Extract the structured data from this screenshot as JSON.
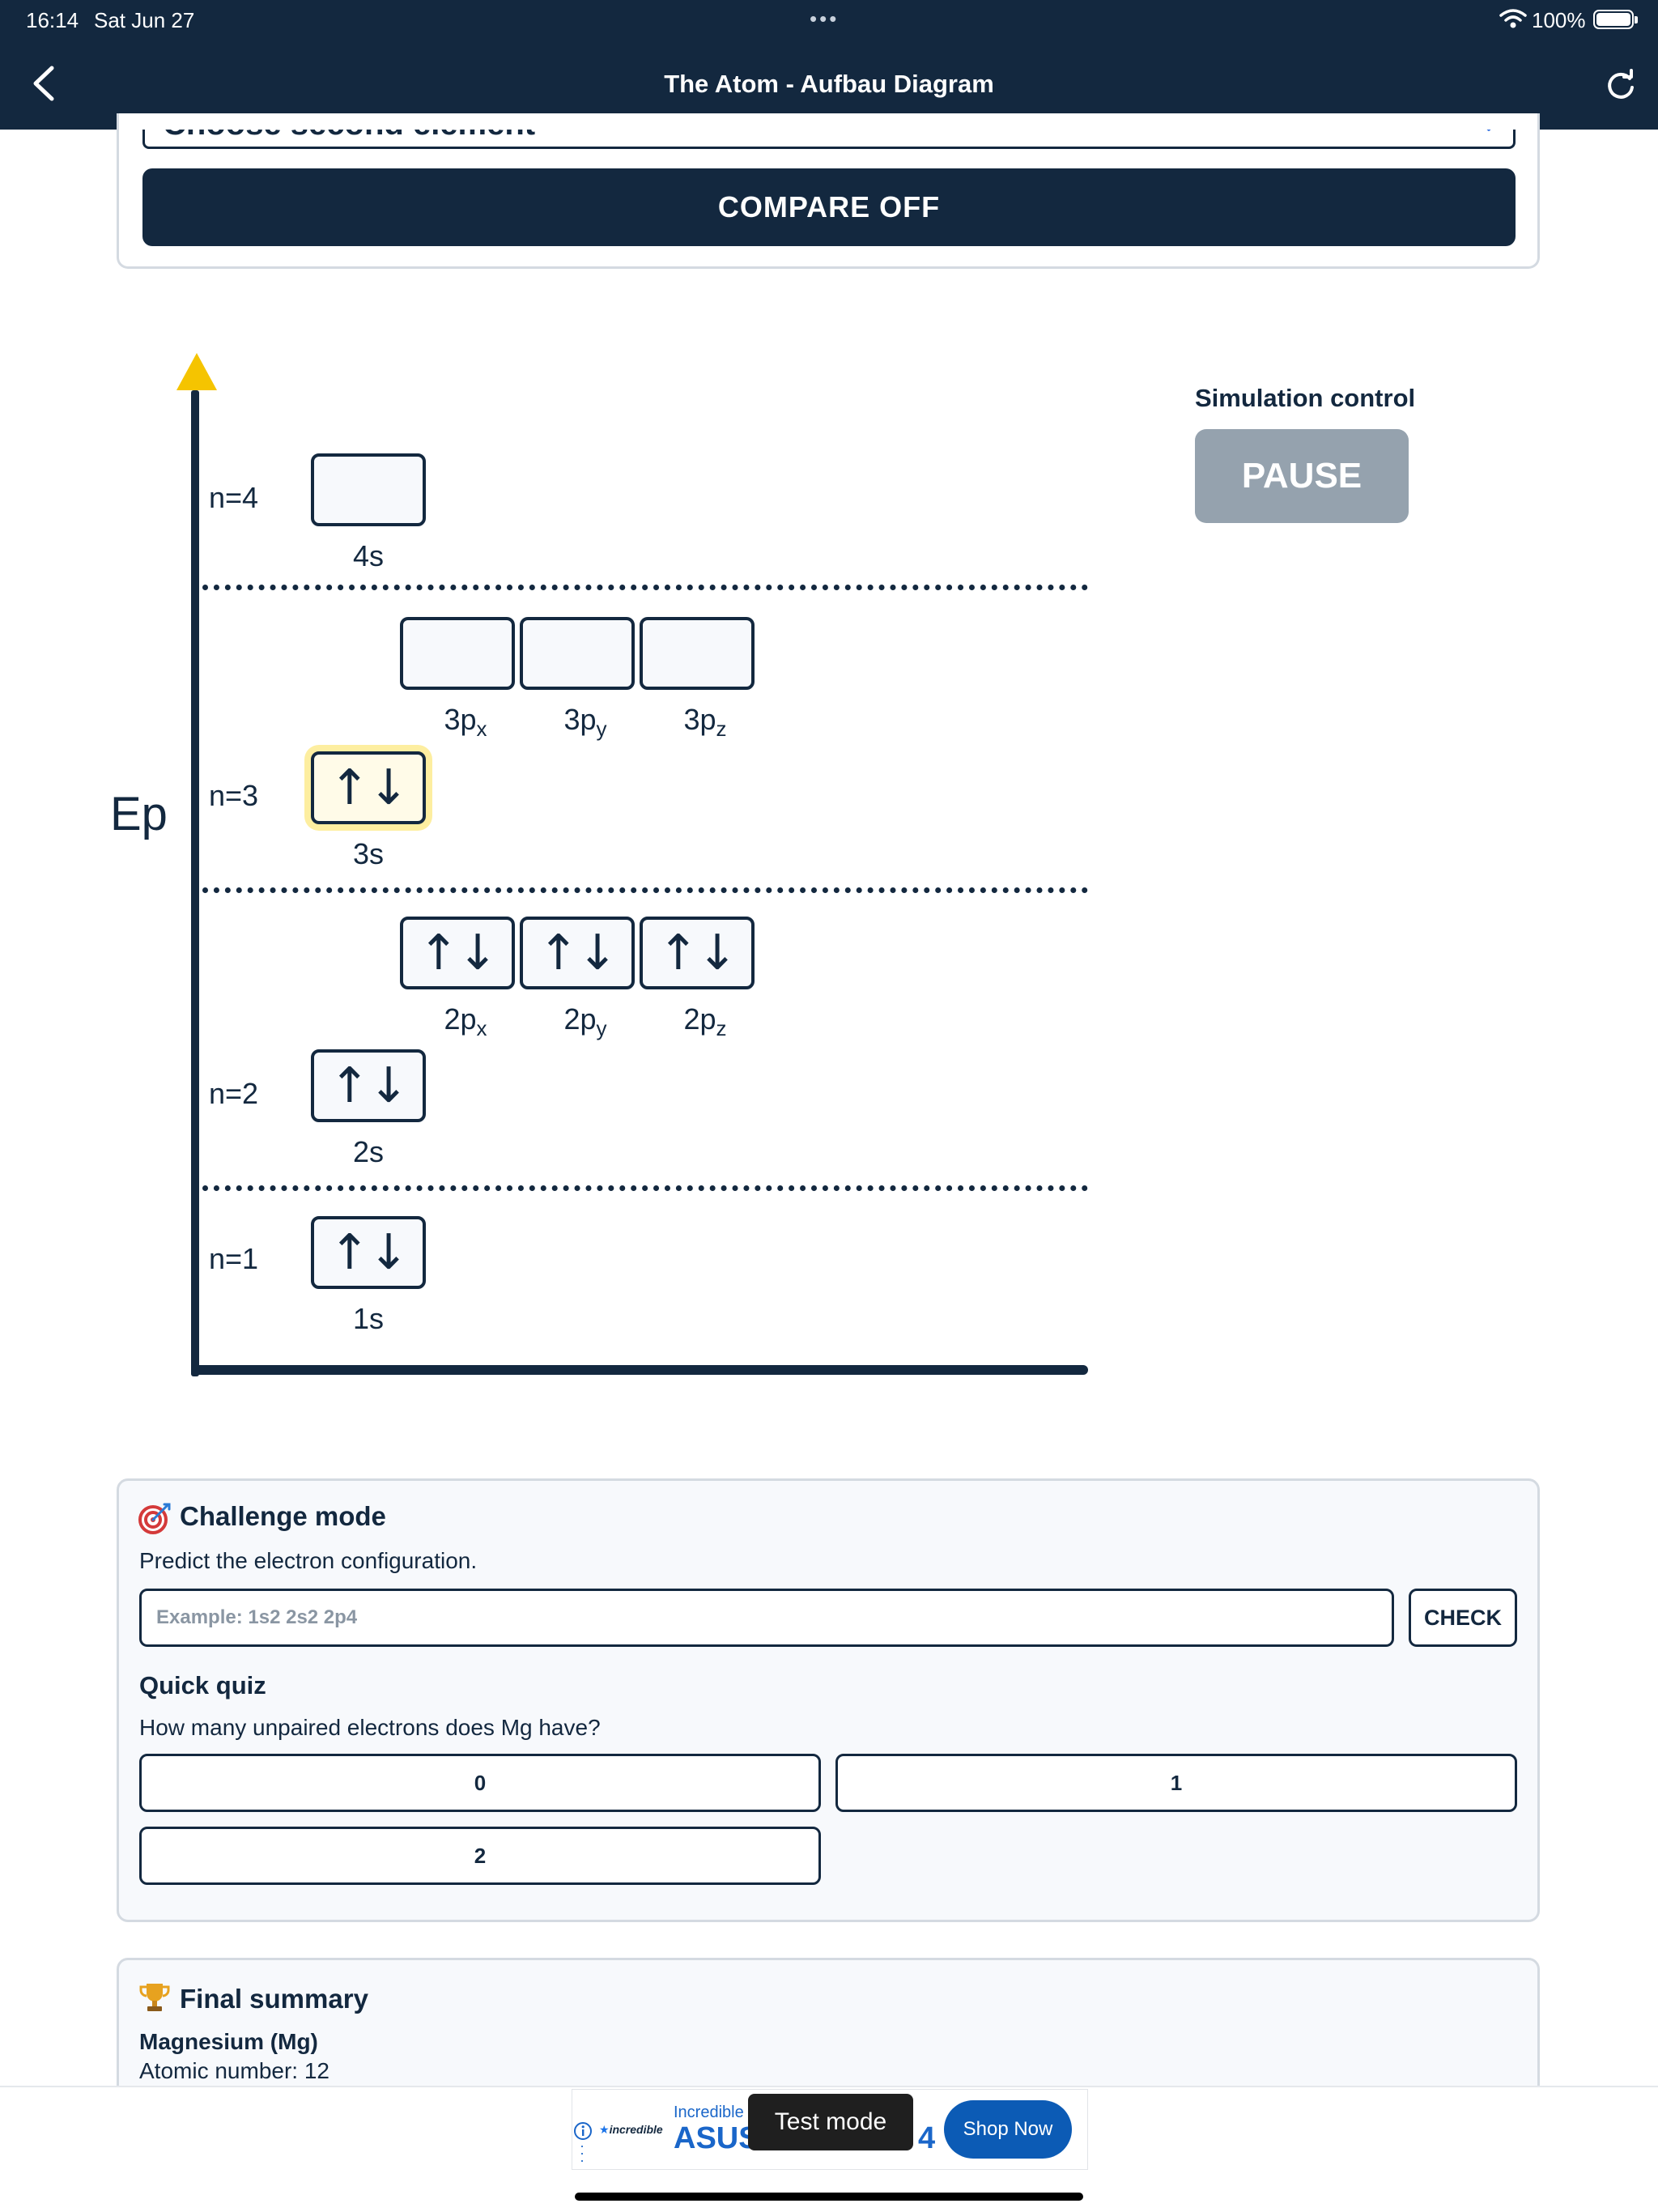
{
  "status_bar": {
    "time": "16:14",
    "date": "Sat Jun 27",
    "dots": "•••",
    "battery": "100%"
  },
  "header": {
    "title": "The Atom - Aufbau Diagram"
  },
  "compare": {
    "select_placeholder": "Choose second element",
    "toggle_label": "COMPARE OFF"
  },
  "diagram": {
    "axis_label": "Ep",
    "levels": [
      {
        "label": "n=1"
      },
      {
        "label": "n=2"
      },
      {
        "label": "n=3"
      },
      {
        "label": "n=4"
      }
    ],
    "orbitals": [
      {
        "name": "1s",
        "sub": "",
        "electrons": "↑↓",
        "filled": 2
      },
      {
        "name": "2s",
        "sub": "",
        "electrons": "↑↓",
        "filled": 2
      },
      {
        "name": "2p",
        "sub": "x",
        "electrons": "↑↓",
        "filled": 2
      },
      {
        "name": "2p",
        "sub": "y",
        "electrons": "↑↓",
        "filled": 2
      },
      {
        "name": "2p",
        "sub": "z",
        "electrons": "↑↓",
        "filled": 2
      },
      {
        "name": "3s",
        "sub": "",
        "electrons": "↑↓",
        "filled": 2,
        "highlighted": true
      },
      {
        "name": "3p",
        "sub": "x",
        "electrons": "",
        "filled": 0
      },
      {
        "name": "3p",
        "sub": "y",
        "electrons": "",
        "filled": 0
      },
      {
        "name": "3p",
        "sub": "z",
        "electrons": "",
        "filled": 0
      },
      {
        "name": "4s",
        "sub": "",
        "electrons": "",
        "filled": 0
      }
    ]
  },
  "simulation": {
    "title": "Simulation control",
    "pause_label": "PAUSE"
  },
  "challenge": {
    "title": "Challenge mode",
    "description": "Predict the electron configuration.",
    "input_placeholder": "Example: 1s2 2s2 2p4",
    "input_value": "",
    "check_label": "CHECK",
    "quiz_title": "Quick quiz",
    "quiz_question": "How many unpaired electrons does Mg have?",
    "answers": [
      "0",
      "1",
      "2"
    ]
  },
  "summary": {
    "title": "Final summary",
    "element": "Magnesium (Mg)",
    "atomic_number": "Atomic number: 12"
  },
  "ad": {
    "brand": "incredible",
    "headline_small": "Incredible",
    "headline": "ASUS",
    "trailing": "4",
    "cta": "Shop Now",
    "badge": "Test mode"
  },
  "colors": {
    "navy": "#13283f",
    "highlight": "#fdeea0",
    "axis_arrow": "#f5c400",
    "pause_bg": "#95a2ae",
    "ad_blue": "#0c5bb5"
  }
}
